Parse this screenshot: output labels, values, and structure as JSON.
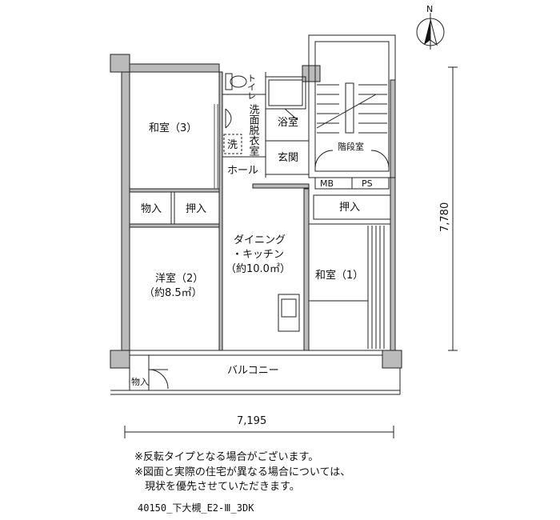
{
  "compass": {
    "label": "N"
  },
  "rooms": {
    "washitsu3": "和室（3）",
    "toilet": "トイレ",
    "senmen": "洗面脱衣室",
    "sen": "洗",
    "bath": "浴室",
    "hall": "ホール",
    "genkan": "玄関",
    "kaidan": "階段室",
    "mb": "MB",
    "ps": "PS",
    "monoire_left": "物入",
    "oshiire_left": "押入",
    "oshiire_right": "押入",
    "dk_line1": "ダイニング",
    "dk_line2": "・キッチン",
    "dk_line3": "（約10.0㎡）",
    "yoshitsu_line1": "洋室（2）",
    "yoshitsu_line2": "（約8.5㎡）",
    "washitsu1": "和室（1）",
    "balcony": "バルコニー",
    "monoire_balcony": "物入"
  },
  "dimensions": {
    "width": "7,195",
    "depth": "7,780"
  },
  "notes": {
    "line1": "※反転タイプとなる場合がございます。",
    "line2": "※図面と実際の住宅が異なる場合については、",
    "line3": "　現状を優先させていただきます。"
  },
  "plan_code": "40150_下大槻_E2-Ⅲ_3DK"
}
